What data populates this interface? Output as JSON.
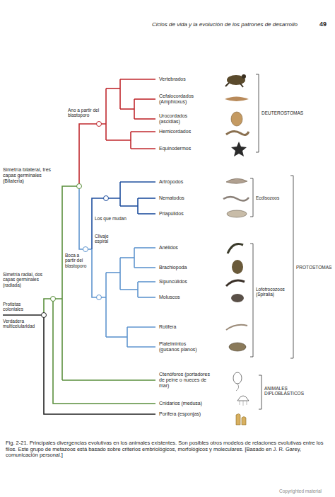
{
  "diagram": {
    "caption": "Fig. 2-21. Principales divergencias evolutivas en los animales existentes. Son posibles otros modelos de relaciones evolutivas entre los filos. Este grupo de metazoos está basado sobre criterios embriológicos, morfológicos y moleculares. [Basado en J. R. Garey, comunicación personal.]",
    "labels": [
      "Ciclos de vida y la evolución de los patrones de desarrollo",
      "49",
      "Ano a partir del blastoporo",
      "Vertebrados",
      "Cefalocordados (Amphioxus)",
      "Urocordados (ascidias)",
      "Hemicordados",
      "Equinodermos",
      "DEUTEROSTOMAS",
      "Simetría bilateral, tres capas germinales (Bilateria)",
      "Artrópodos",
      "Nematodos",
      "Ecdisozoos",
      "Priapúlidos",
      "Los que mudan",
      "Clivaje espiral",
      "Boca a partir del blastoporo",
      "Anélidos",
      "Brachiopoda",
      "PROTOSTOMAS",
      "Sipuncúlidos",
      "Lofotrocozoos (Spiralia)",
      "Moluscos",
      "Simetría radial, dos capas germinales (radiada)",
      "Protistas coloniales",
      "Verdadera multicelularidad",
      "Rotifera",
      "Platelmintos (gusanos planos)",
      "Ctenóforos (portadores de peine o nueces de mar)",
      "ANIMALES DIPLOBLÁSTICOS",
      "Cnidarios (medusa)",
      "Porifera (esponjas)",
      "Copyrighted material"
    ]
  }
}
